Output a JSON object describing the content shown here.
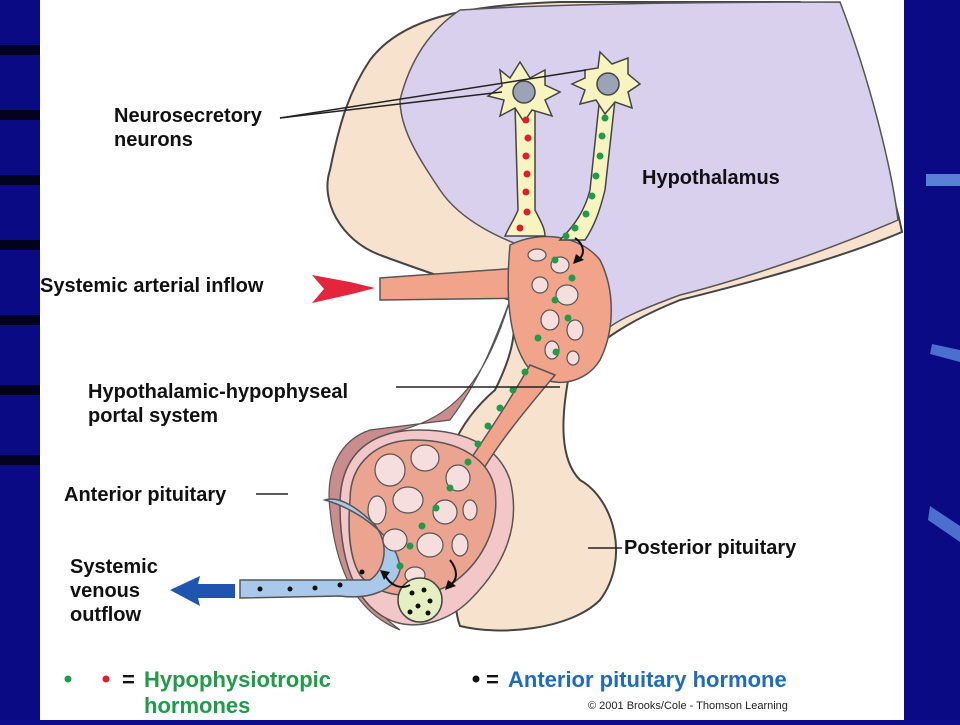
{
  "labels": {
    "neurosecretory": [
      "Neurosecretory",
      "neurons"
    ],
    "hypothalamus": "Hypothalamus",
    "arterial_inflow": "Systemic arterial inflow",
    "portal_system": [
      "Hypothalamic-hypophyseal",
      "portal system"
    ],
    "anterior_pituitary": "Anterior pituitary",
    "posterior_pituitary": "Posterior pituitary",
    "venous_outflow": [
      "Systemic",
      "venous",
      "outflow"
    ]
  },
  "legend": {
    "equals": "=",
    "hypophysiotropic": [
      "Hypophysiotropic",
      "hormones"
    ],
    "anterior_hormone": "Anterior pituitary hormone"
  },
  "credit": "© 2001 Brooks/Cole - Thomson Learning",
  "colors": {
    "background": "#0c0c8c",
    "hypothalamus_fill": "#d9d0ee",
    "tissue_fill": "#f7e3cd",
    "vessel_fill": "#f2a48a",
    "venous_fill": "#a9c9ea",
    "green_dot": "#1f9b49",
    "red_dot": "#e01d2b",
    "arrow_red": "#e3263b",
    "arrow_blue": "#1f55b0"
  }
}
